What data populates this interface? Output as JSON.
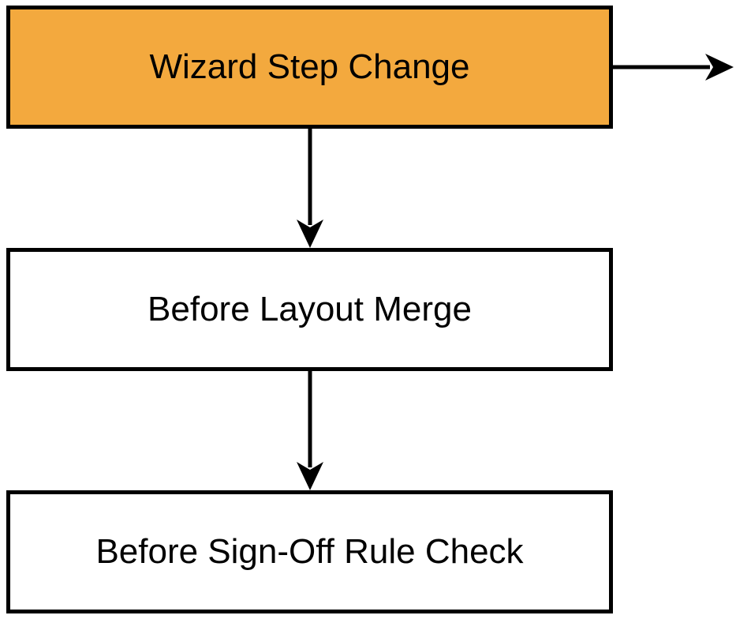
{
  "steps": [
    {
      "label": "Wizard Step Change",
      "highlighted": true
    },
    {
      "label": "Before Layout Merge",
      "highlighted": false
    },
    {
      "label": "Before Sign-Off Rule Check",
      "highlighted": false
    }
  ],
  "colors": {
    "highlight_fill": "#F3A93E",
    "default_fill": "#FFFFFF",
    "stroke": "#000000"
  }
}
